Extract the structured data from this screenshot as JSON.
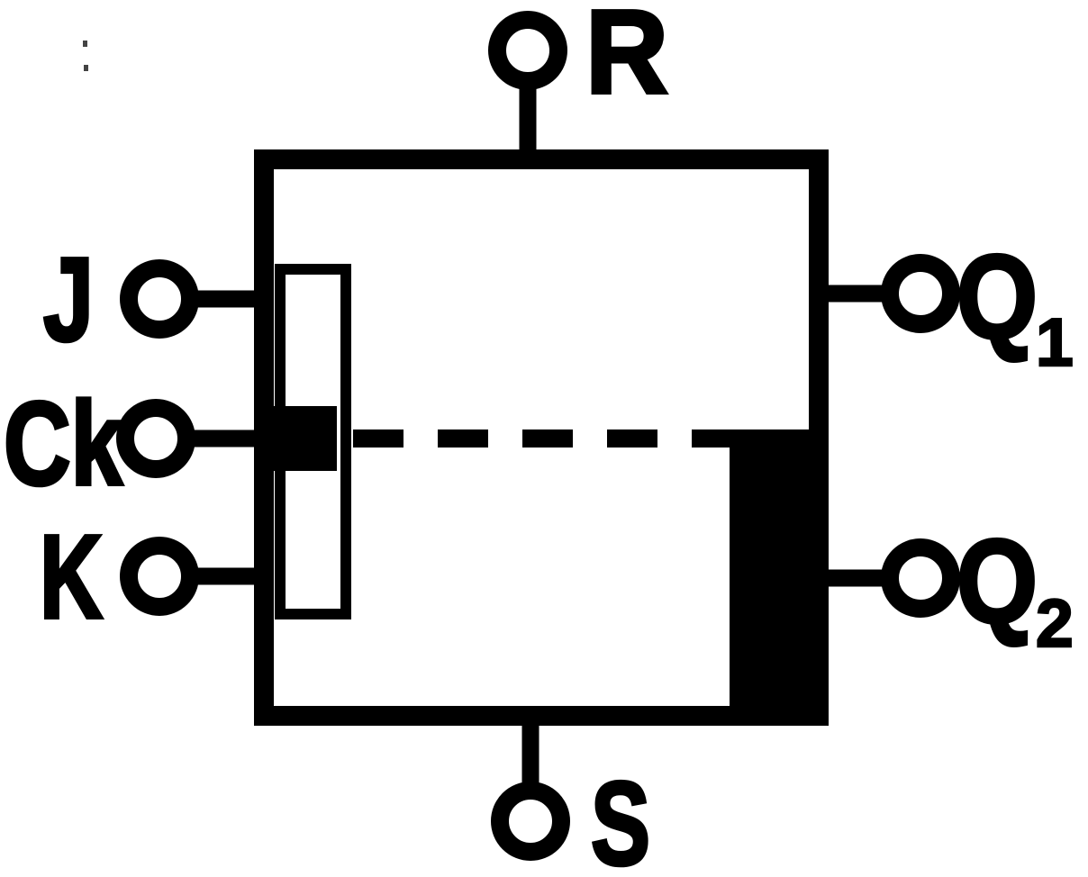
{
  "figure": {
    "type": "jk-flip-flop-schematic-symbol",
    "colors": {
      "ink": "#000000",
      "paper": "#ffffff"
    },
    "terminals": {
      "top": {
        "label": "R"
      },
      "bottom": {
        "label": "S"
      },
      "left": [
        {
          "label": "J"
        },
        {
          "label": "Ck"
        },
        {
          "label": "K"
        }
      ],
      "right": [
        {
          "label": "Q",
          "subscript": "1"
        },
        {
          "label": "Q",
          "subscript": "2"
        }
      ]
    }
  }
}
